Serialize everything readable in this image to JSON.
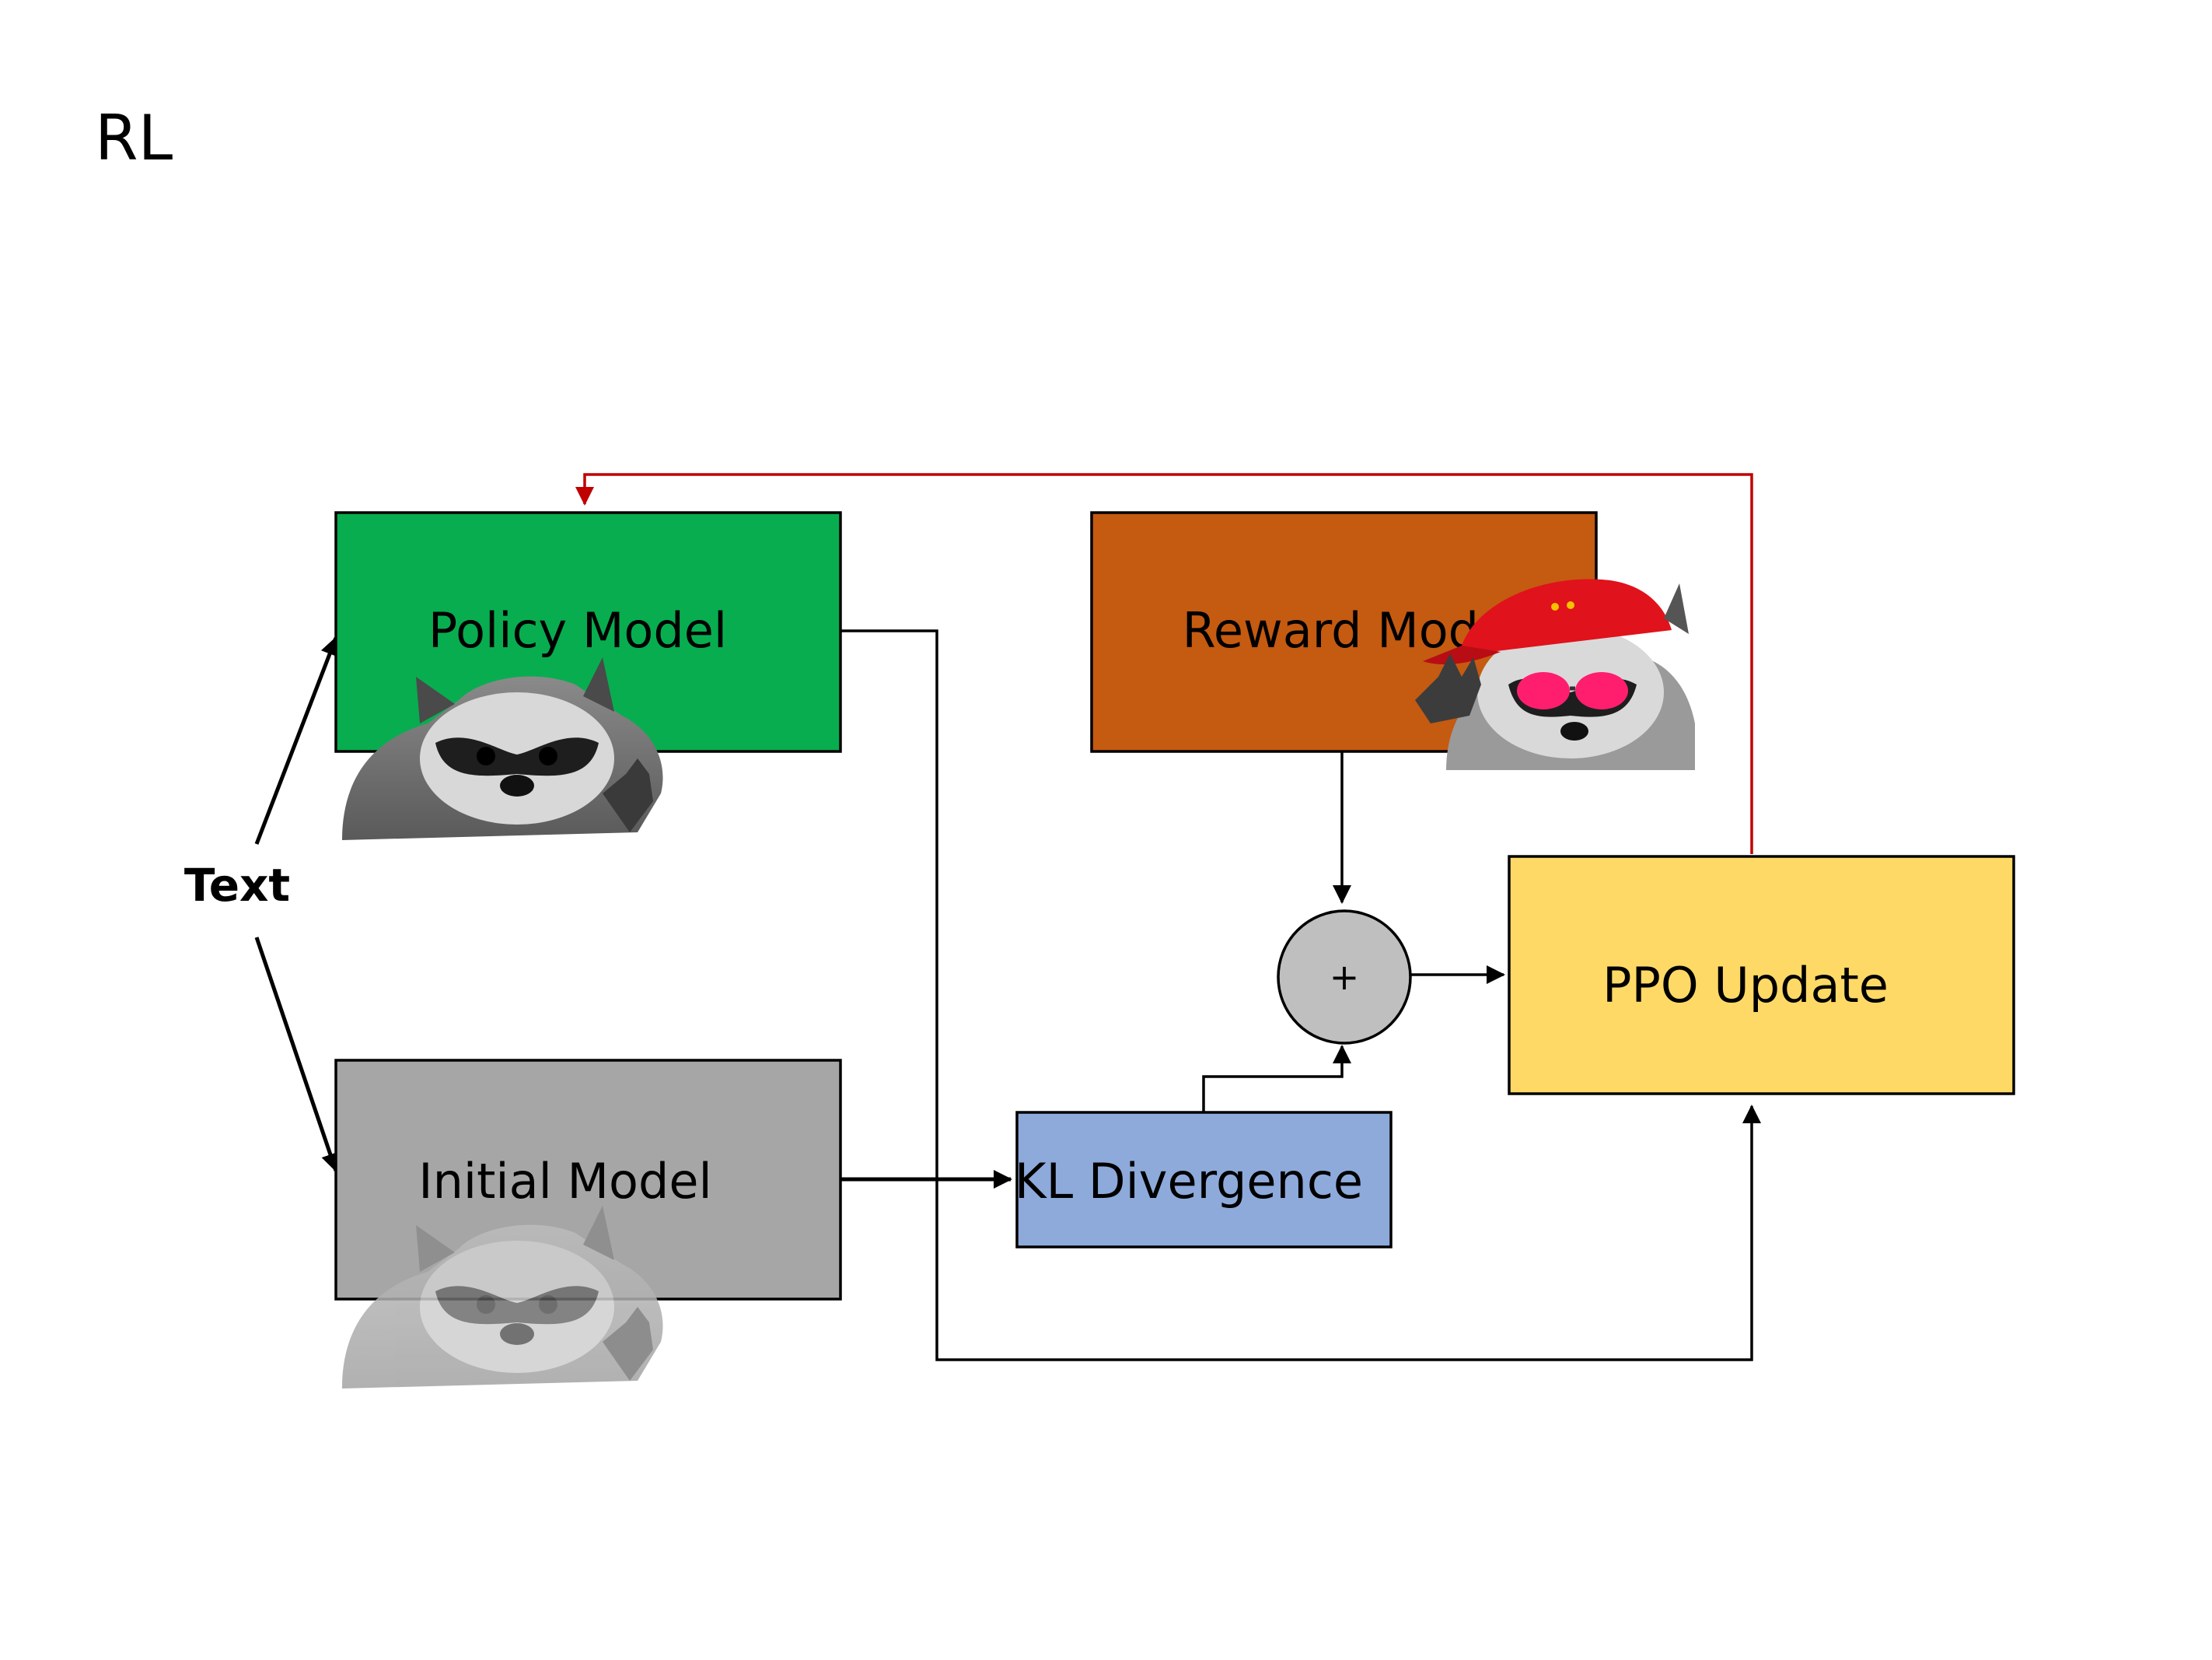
{
  "title": "RL",
  "input": {
    "label": "Text"
  },
  "nodes": {
    "policy_model": {
      "label": "Policy Model",
      "color": "#08ad4f"
    },
    "initial_model": {
      "label": "Initial Model",
      "color": "#a6a6a6"
    },
    "reward_model": {
      "label": "Reward Model",
      "color": "#c55a11"
    },
    "kl_divergence": {
      "label": "KL Divergence",
      "color": "#8eaadb"
    },
    "ppo_update": {
      "label": "PPO Update",
      "color": "#ffd966"
    },
    "sum_op": {
      "label": "+",
      "color": "#bfbfbf"
    }
  },
  "edges": [
    {
      "from": "Text",
      "to": "Policy Model"
    },
    {
      "from": "Text",
      "to": "Initial Model"
    },
    {
      "from": "Initial Model",
      "to": "KL Divergence"
    },
    {
      "from": "Reward Model",
      "to": "+"
    },
    {
      "from": "KL Divergence",
      "to": "+"
    },
    {
      "from": "+",
      "to": "PPO Update"
    },
    {
      "from": "Policy Model",
      "to": "PPO Update"
    },
    {
      "from": "PPO Update",
      "to": "Policy Model",
      "color": "#c00000"
    }
  ],
  "mascots": {
    "policy": {
      "icon": "raccoon-icon"
    },
    "initial": {
      "icon": "raccoon-icon",
      "style": "grayscale"
    },
    "reward": {
      "icon": "raccoon-with-cap-and-sunglasses-icon",
      "cap_color": "#e0121b",
      "glasses_color": "#ff1e6e"
    }
  }
}
